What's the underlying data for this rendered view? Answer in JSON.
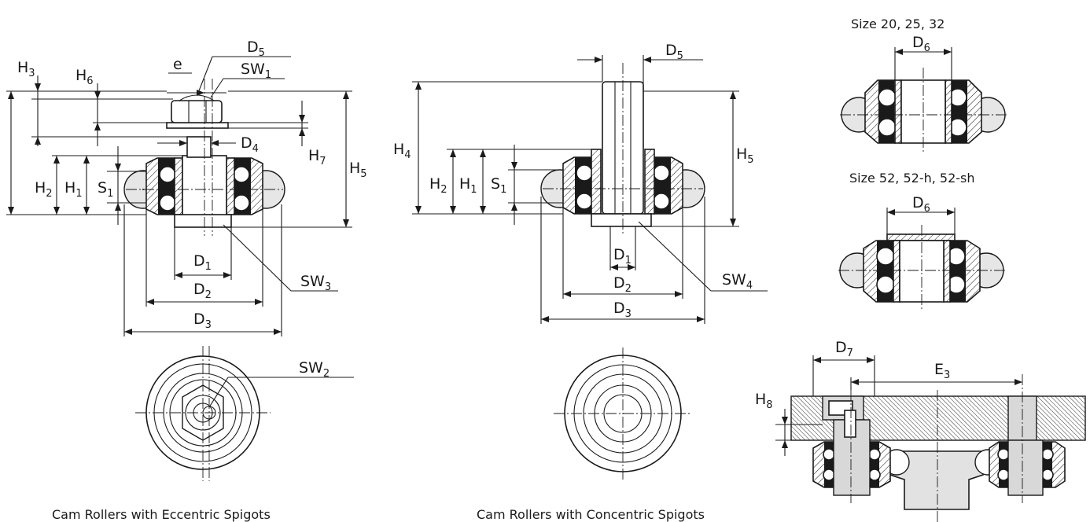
{
  "labels": {
    "left": {
      "H3": "H",
      "H3s": "3",
      "H6": "H",
      "H6s": "6",
      "e": "e",
      "D5": "D",
      "D5s": "5",
      "SW1": "SW",
      "SW1s": "1",
      "D4": "D",
      "D4s": "4",
      "H7": "H",
      "H7s": "7",
      "H5": "H",
      "H5s": "5",
      "H2": "H",
      "H2s": "2",
      "H1": "H",
      "H1s": "1",
      "S1": "S",
      "S1s": "1",
      "D1": "D",
      "D1s": "1",
      "SW3": "SW",
      "SW3s": "3",
      "D2": "D",
      "D2s": "2",
      "D3": "D",
      "D3s": "3",
      "SW2": "SW",
      "SW2s": "2"
    },
    "middle": {
      "D5": "D",
      "D5s": "5",
      "H4": "H",
      "H4s": "4",
      "H5": "H",
      "H5s": "5",
      "H2": "H",
      "H2s": "2",
      "H1": "H",
      "H1s": "1",
      "S1": "S",
      "S1s": "1",
      "D1": "D",
      "D1s": "1",
      "SW4": "SW",
      "SW4s": "4",
      "D2": "D",
      "D2s": "2",
      "D3": "D",
      "D3s": "3"
    },
    "right": {
      "size_top": "Size 20, 25, 32",
      "D6a": "D",
      "D6as": "6",
      "size_mid": "Size 52, 52-h, 52-sh",
      "D6b": "D",
      "D6bs": "6",
      "D7": "D",
      "D7s": "7",
      "E3": "E",
      "E3s": "3",
      "H8": "H",
      "H8s": "8"
    }
  },
  "captions": {
    "left": "Cam Rollers with Eccentric Spigots",
    "middle": "Cam Rollers with Concentric Spigots"
  }
}
